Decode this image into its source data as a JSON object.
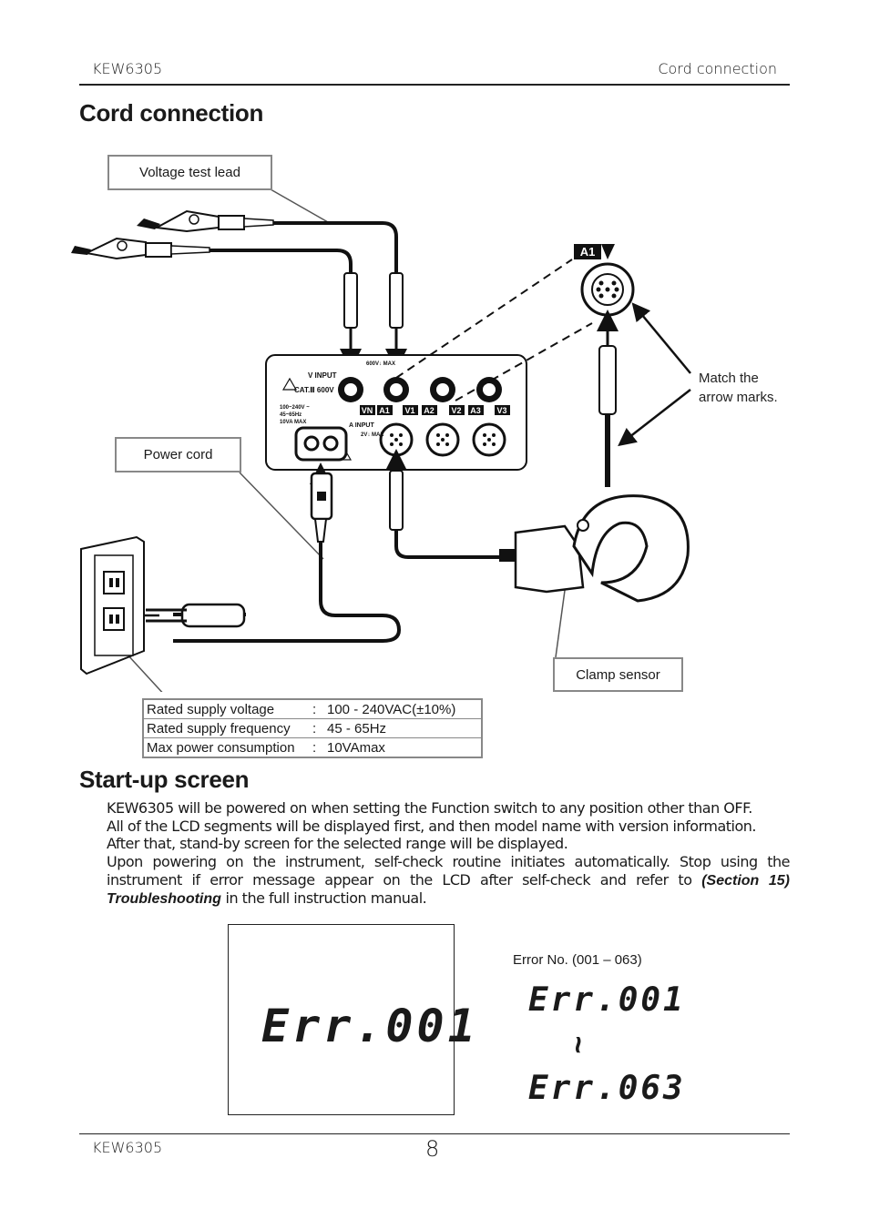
{
  "header": {
    "left": "KEW6305",
    "right": "Cord connection"
  },
  "section1": {
    "title": "Cord connection"
  },
  "diagram": {
    "labels": {
      "voltage_test_lead": "Voltage test lead",
      "power_cord": "Power cord",
      "clamp_sensor": "Clamp sensor",
      "match_arrows_1": "Match the",
      "match_arrows_2": "arrow marks."
    },
    "panel": {
      "a1_tag": "A1",
      "v_input": "V INPUT",
      "cat": "CAT.Ⅲ 600V",
      "v_max": "600V↓ MAX",
      "a_input": "A INPUT",
      "a_rating": "2V↓ MAX",
      "supply_1": "100~240V ~",
      "supply_2": "45~65Hz",
      "supply_3": "10VA MAX",
      "terminals": [
        "VN",
        "A1",
        "V1",
        "A2",
        "V2",
        "A3",
        "V3"
      ]
    }
  },
  "specs": [
    {
      "key": "Rated supply voltage",
      "value": "100 - 240VAC(±10%)"
    },
    {
      "key": "Rated supply frequency",
      "value": "45 - 65Hz"
    },
    {
      "key": "Max power consumption",
      "value": "10VAmax"
    }
  ],
  "section2": {
    "title": "Start-up screen",
    "p1": "KEW6305 will be powered on when setting the Function switch to any position other than OFF.",
    "p2": "All of the LCD segments will be displayed first, and then model name with version information.",
    "p3": "After that, stand-by screen for the selected range will be displayed.",
    "p4a": "Upon powering on the instrument, self-check routine initiates automatically. Stop using the instrument if error message appear on the LCD after self-check and refer to ",
    "p4b": "(Section 15) Troubleshooting",
    "p4c": " in the full instruction manual."
  },
  "lcd": {
    "display": "Err.001",
    "range_label": "Error No. (001 – 063)",
    "first": "Err.001",
    "tilde": "~",
    "last": "Err.063"
  },
  "footer": {
    "left": "KEW6305",
    "page": "8"
  }
}
